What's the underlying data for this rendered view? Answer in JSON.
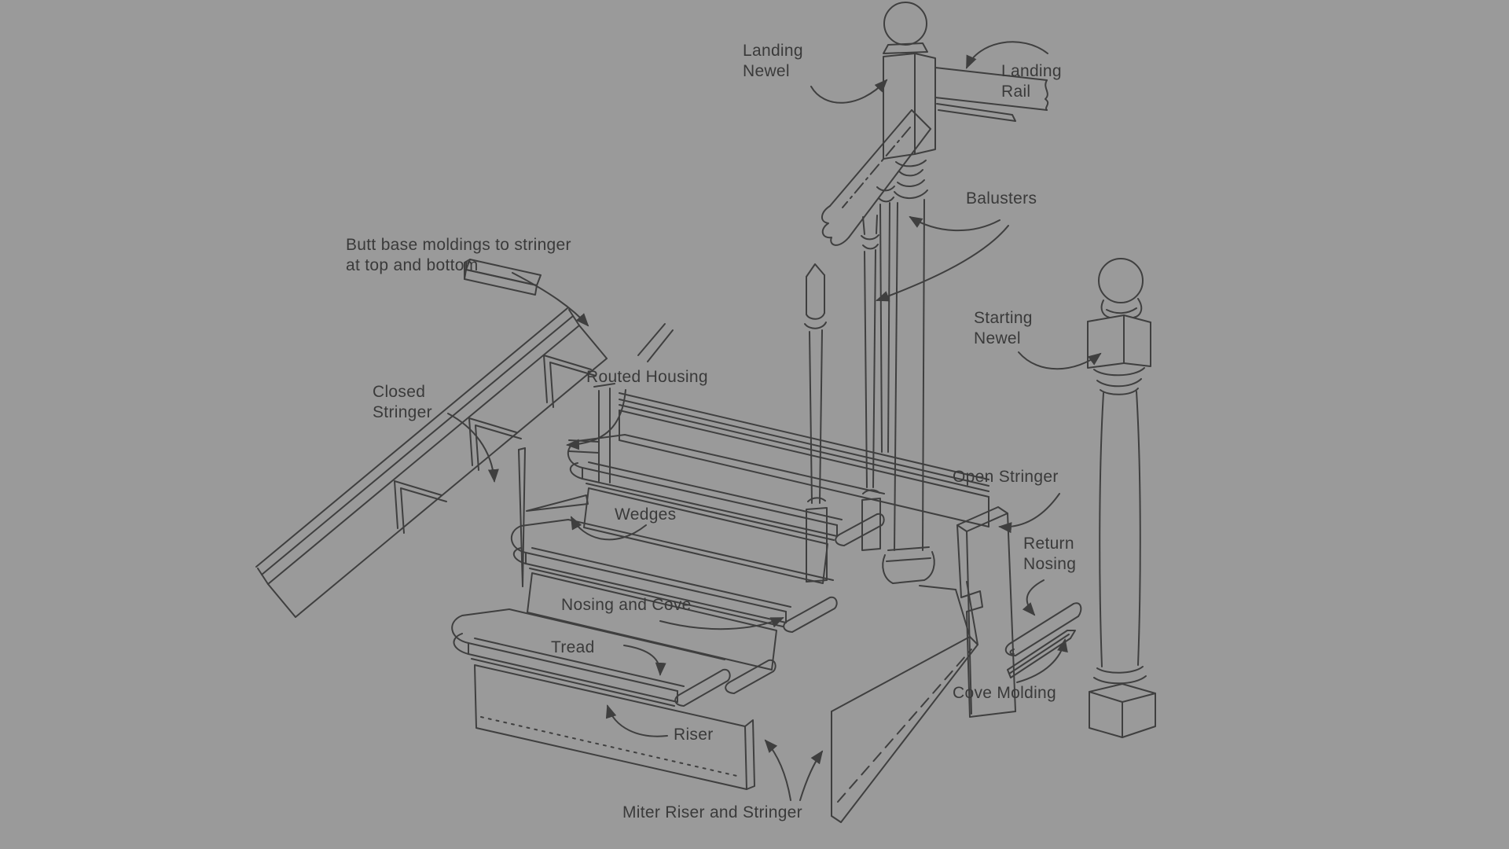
{
  "canvas": {
    "background_color": "#9a9a9a",
    "line_color": "#3f3f3f",
    "text_color": "#3a3a3a"
  },
  "diagram": {
    "subject": "Staircase construction parts diagram",
    "labels": [
      {
        "id": "landing-newel",
        "text": "Landing\nNewel"
      },
      {
        "id": "landing-rail",
        "text": "Landing\nRail"
      },
      {
        "id": "balusters",
        "text": "Balusters"
      },
      {
        "id": "starting-newel",
        "text": "Starting\nNewel"
      },
      {
        "id": "butt-base-moldings",
        "text": "Butt base moldings to stringer\nat top and bottom"
      },
      {
        "id": "closed-stringer",
        "text": "Closed\nStringer"
      },
      {
        "id": "routed-housing",
        "text": "Routed Housing"
      },
      {
        "id": "wedges",
        "text": "Wedges"
      },
      {
        "id": "nosing-and-cove",
        "text": "Nosing and Cove"
      },
      {
        "id": "tread",
        "text": "Tread"
      },
      {
        "id": "riser",
        "text": "Riser"
      },
      {
        "id": "open-stringer",
        "text": "Open Stringer"
      },
      {
        "id": "return-nosing",
        "text": "Return\nNosing"
      },
      {
        "id": "cove-molding",
        "text": "Cove Molding"
      },
      {
        "id": "miter-riser-stringer",
        "text": "Miter Riser and Stringer"
      }
    ]
  }
}
